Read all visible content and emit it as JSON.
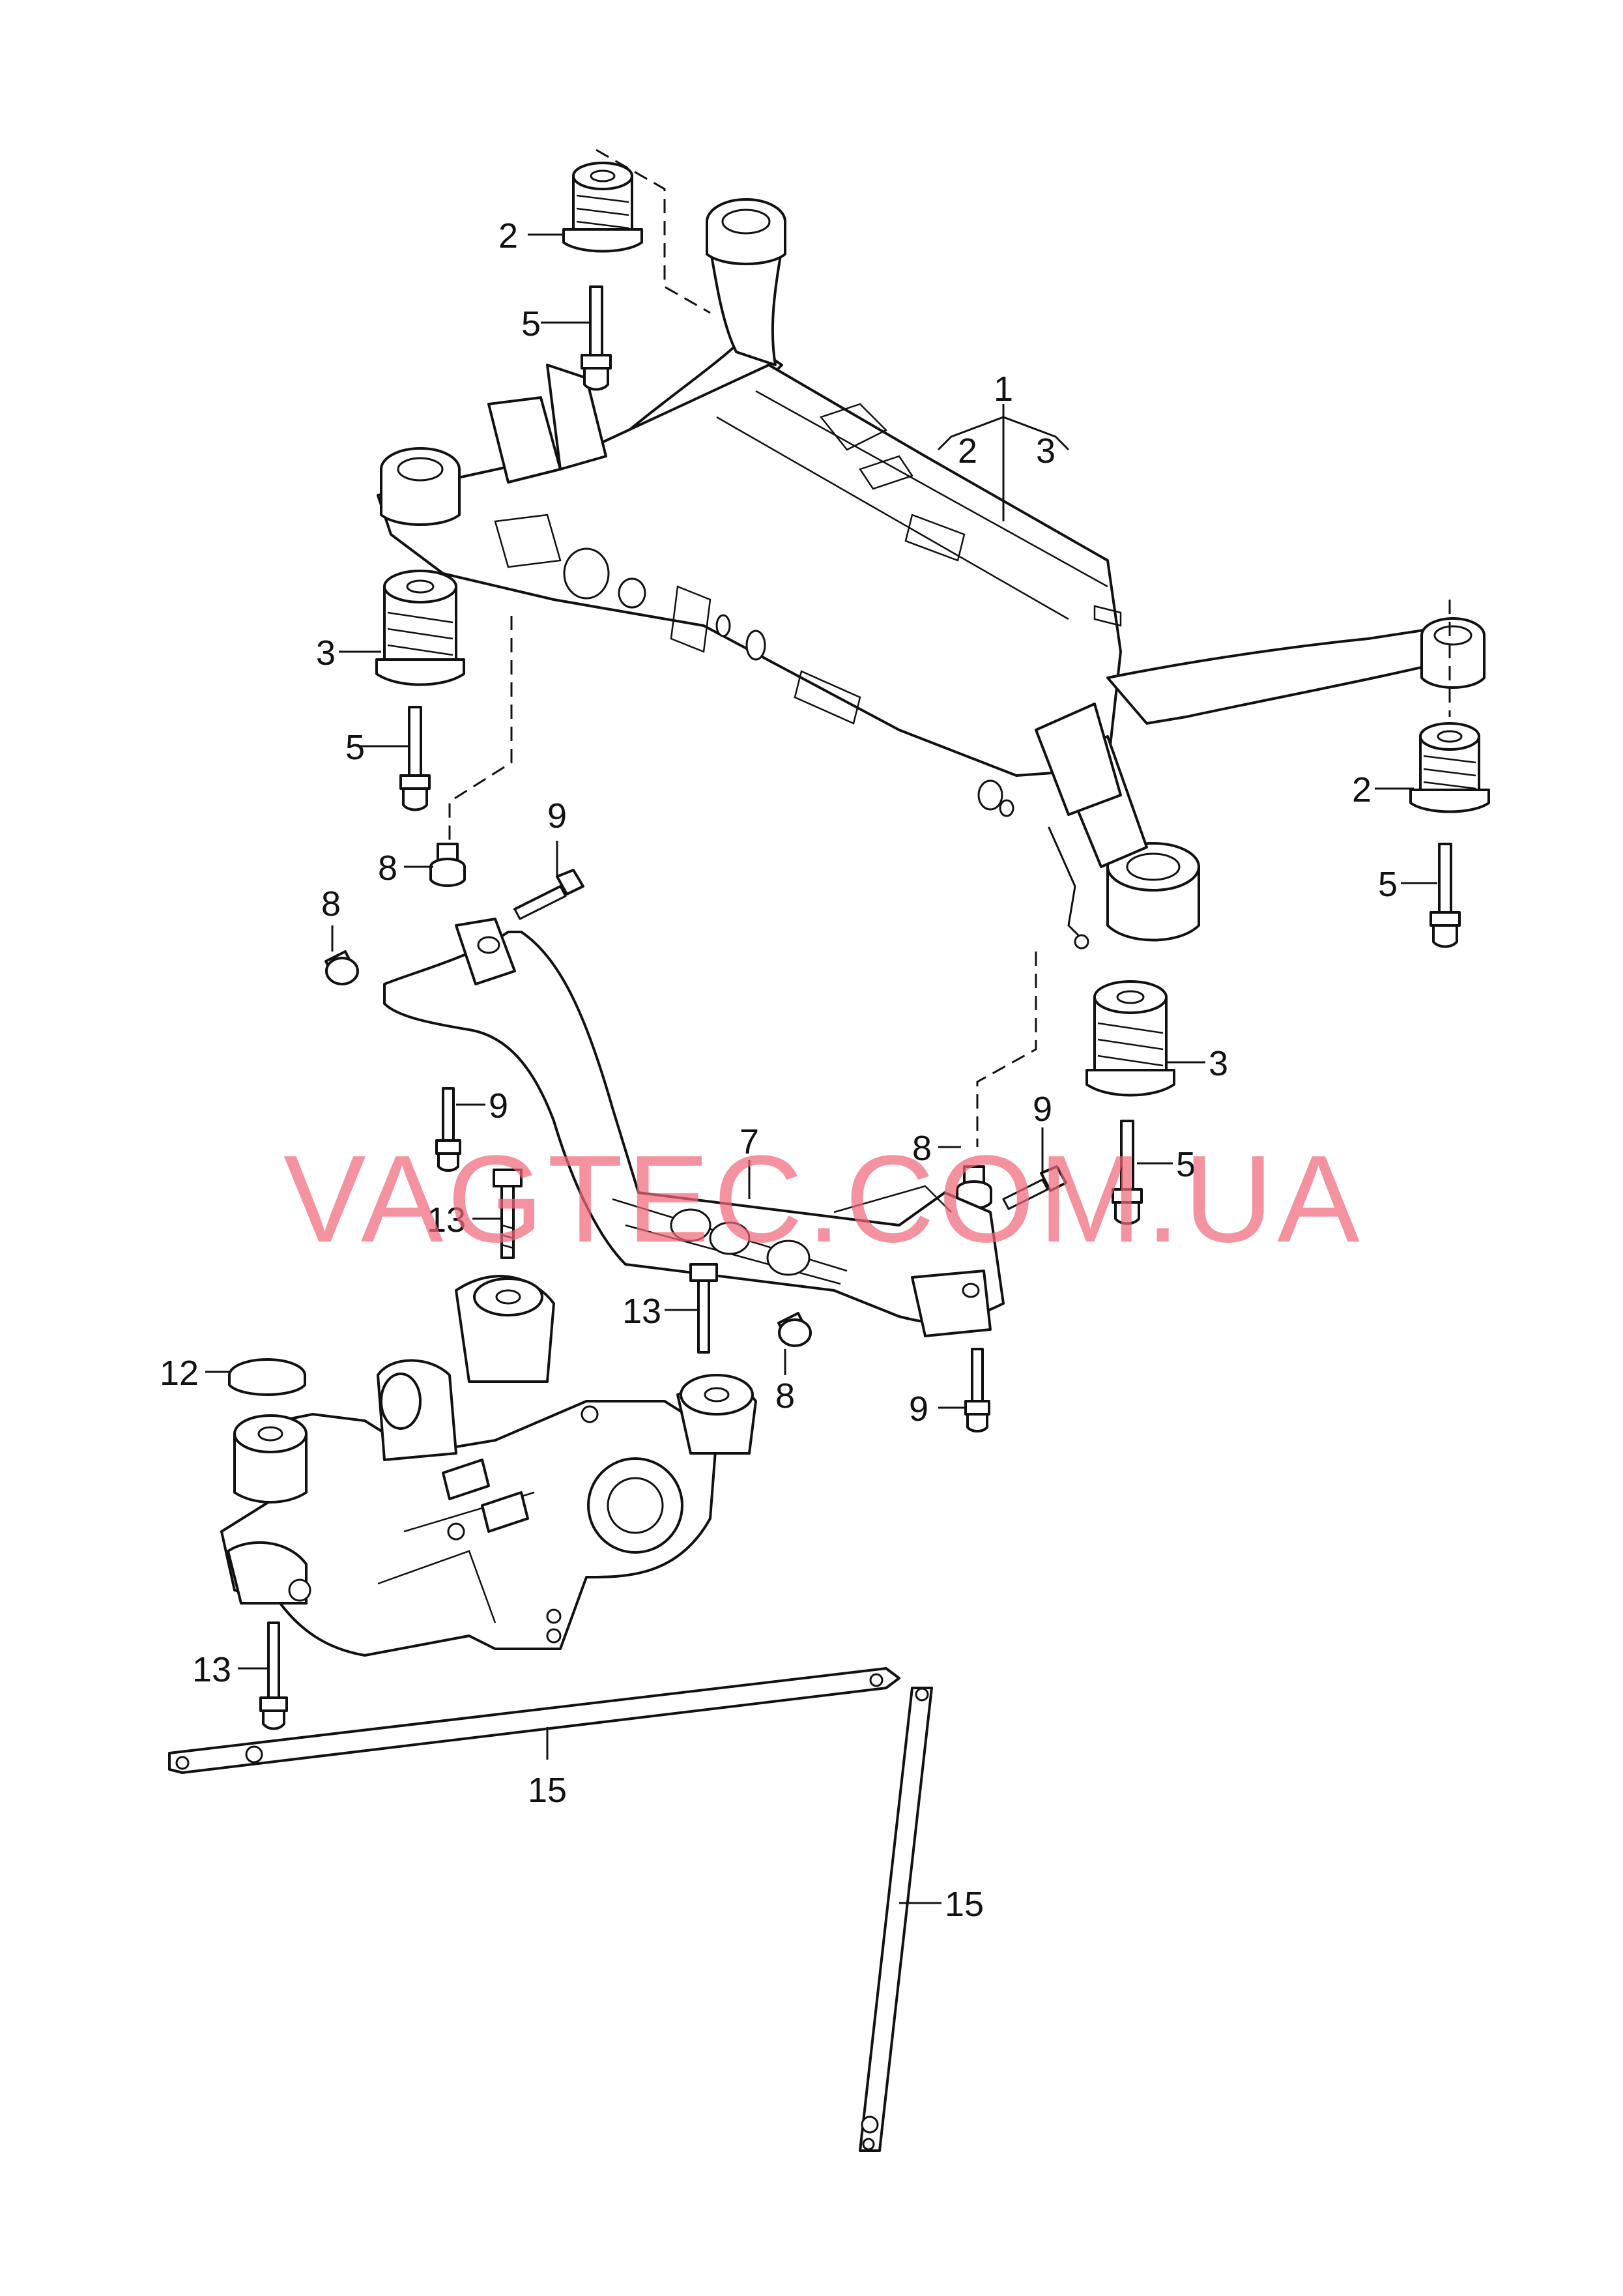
{
  "diagram": {
    "callouts": {
      "c1": "1",
      "c1_sub2": "2",
      "c1_sub3": "3",
      "c2_top": "2",
      "c2_right": "2",
      "c3_left": "3",
      "c3_right": "3",
      "c5_top": "5",
      "c5_left": "5",
      "c5_right": "5",
      "c5_mid": "5",
      "c7": "7",
      "c8_a": "8",
      "c8_b": "8",
      "c8_c": "8",
      "c8_d": "8",
      "c9_a": "9",
      "c9_b": "9",
      "c9_c": "9",
      "c9_d": "9",
      "c12": "12",
      "c13_a": "13",
      "c13_b": "13",
      "c13_c": "13",
      "c15_a": "15",
      "c15_b": "15"
    },
    "watermark": "VAGTEC.COM.UA"
  }
}
